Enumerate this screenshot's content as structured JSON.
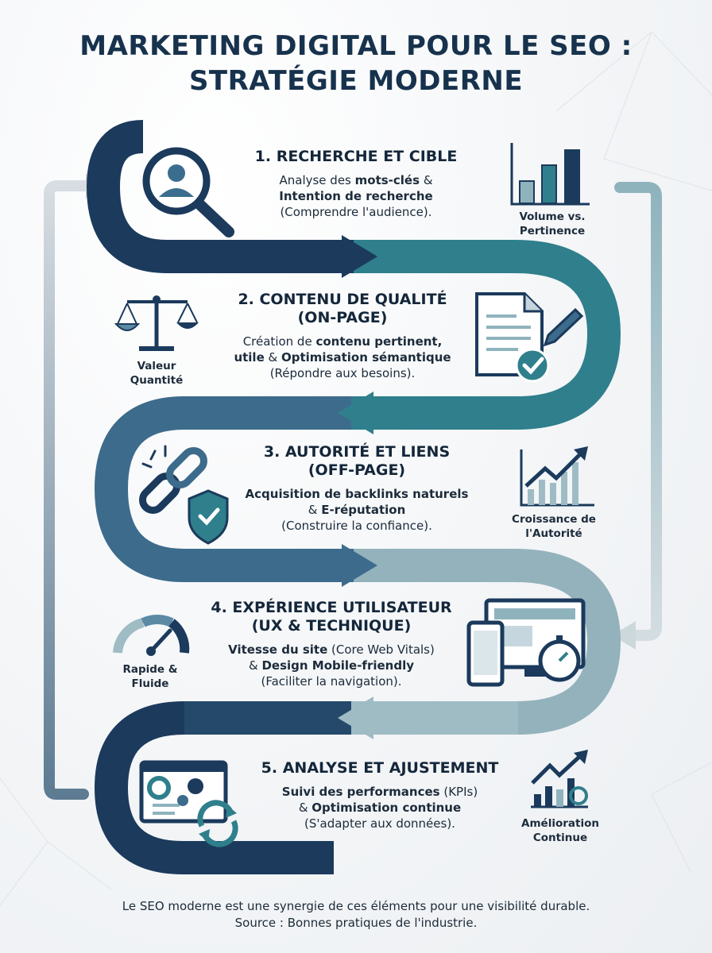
{
  "title": {
    "line1": "MARKETING DIGITAL POUR LE SEO :",
    "line2": "STRATÉGIE MODERNE"
  },
  "steps": [
    {
      "heading_lines": [
        "1. RECHERCHE ET CIBLE"
      ],
      "desc_lines": [
        [
          {
            "t": "Analyse des "
          },
          {
            "t": "mots-clés",
            "b": true
          },
          {
            "t": " &"
          }
        ],
        [
          {
            "t": "Intention de recherche",
            "b": true
          }
        ],
        [
          {
            "t": "(Comprendre l'audience)."
          }
        ]
      ],
      "side_label_lines": [
        "Volume vs.",
        "Pertinence"
      ],
      "icons": [
        "magnifier-person-icon",
        "bar-chart-icon"
      ]
    },
    {
      "heading_lines": [
        "2. CONTENU DE QUALITÉ",
        "(ON-PAGE)"
      ],
      "desc_lines": [
        [
          {
            "t": "Création de "
          },
          {
            "t": "contenu pertinent,",
            "b": true
          }
        ],
        [
          {
            "t": "utile",
            "b": true
          },
          {
            "t": " & "
          },
          {
            "t": "Optimisation sémantique",
            "b": true
          }
        ],
        [
          {
            "t": "(Répondre aux besoins)."
          }
        ]
      ],
      "side_label_lines": [
        "Valeur",
        "Quantité"
      ],
      "icons": [
        "balance-scale-icon",
        "document-check-icon"
      ]
    },
    {
      "heading_lines": [
        "3. AUTORITÉ ET LIENS",
        "(OFF-PAGE)"
      ],
      "desc_lines": [
        [
          {
            "t": "Acquisition de backlinks naturels",
            "b": true
          }
        ],
        [
          {
            "t": "& "
          },
          {
            "t": "E-réputation",
            "b": true
          }
        ],
        [
          {
            "t": "(Construire la confiance)."
          }
        ]
      ],
      "side_label_lines": [
        "Croissance de",
        "l'Autorité"
      ],
      "icons": [
        "chain-shield-icon",
        "growth-chart-icon"
      ]
    },
    {
      "heading_lines": [
        "4. EXPÉRIENCE UTILISATEUR",
        "(UX & TECHNIQUE)"
      ],
      "desc_lines": [
        [
          {
            "t": "Vitesse du site",
            "b": true
          },
          {
            "t": " (Core Web Vitals)"
          }
        ],
        [
          {
            "t": "& "
          },
          {
            "t": "Design Mobile-friendly",
            "b": true
          }
        ],
        [
          {
            "t": "(Faciliter la navigation)."
          }
        ]
      ],
      "side_label_lines": [
        "Rapide &",
        "Fluide"
      ],
      "icons": [
        "speedometer-icon",
        "devices-stopwatch-icon"
      ]
    },
    {
      "heading_lines": [
        "5. ANALYSE ET AJUSTEMENT"
      ],
      "desc_lines": [
        [
          {
            "t": "Suivi des performances",
            "b": true
          },
          {
            "t": " (KPIs)"
          }
        ],
        [
          {
            "t": "& "
          },
          {
            "t": "Optimisation continue",
            "b": true
          }
        ],
        [
          {
            "t": "(S'adapter aux données)."
          }
        ]
      ],
      "side_label_lines": [
        "Amélioration",
        "Continue"
      ],
      "icons": [
        "dashboard-refresh-icon",
        "improvement-chart-icon"
      ]
    }
  ],
  "footer": {
    "line1": "Le SEO moderne est une synergie de ces éléments pour une visibilité durable.",
    "line2": "Source : Bonnes pratiques de l'industrie."
  },
  "colors": {
    "navy": "#1b3a5c",
    "teal": "#2f7f8c",
    "steel": "#3d6b8c",
    "light_teal": "#8fb3bd",
    "grey_arrow": "#c9d1d8",
    "title": "#17324d"
  }
}
